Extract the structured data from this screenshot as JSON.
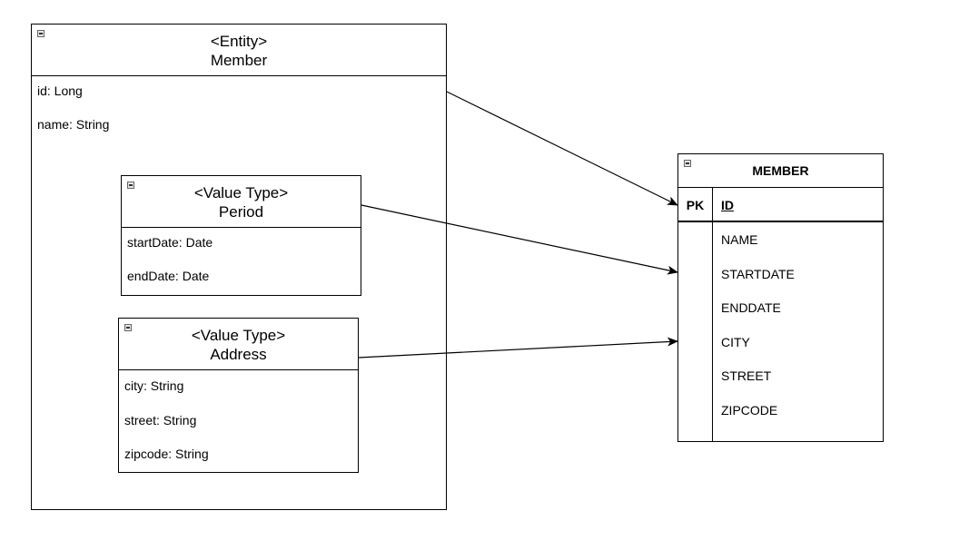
{
  "entity": {
    "stereotype": "<Entity>",
    "name": "Member",
    "attributes": [
      "id: Long",
      "name: String"
    ]
  },
  "period": {
    "stereotype": "<Value Type>",
    "name": "Period",
    "attributes": [
      "startDate: Date",
      "endDate: Date"
    ]
  },
  "address": {
    "stereotype": "<Value Type>",
    "name": "Address",
    "attributes": [
      "city: String",
      "street: String",
      "zipcode: String"
    ]
  },
  "table": {
    "name": "MEMBER",
    "pk_label": "PK",
    "pk_column": "ID",
    "columns": [
      "NAME",
      "STARTDATE",
      "ENDDATE",
      "CITY",
      "STREET",
      "ZIPCODE"
    ]
  }
}
